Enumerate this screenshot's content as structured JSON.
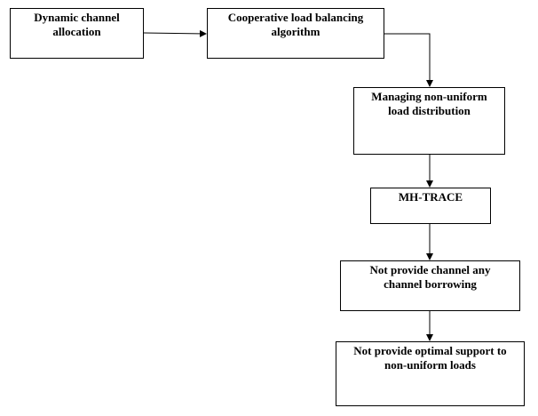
{
  "boxes": [
    {
      "id": "dynamic-channel-allocation",
      "lines": [
        "Dynamic channel",
        "allocation"
      ]
    },
    {
      "id": "cooperative-load-balancing",
      "lines": [
        "Cooperative load balancing",
        "algorithm"
      ]
    },
    {
      "id": "managing-non-uniform-load",
      "lines": [
        "Managing non-uniform",
        "load distribution"
      ]
    },
    {
      "id": "mh-trace",
      "lines": [
        "MH-TRACE"
      ]
    },
    {
      "id": "no-channel-borrowing",
      "lines": [
        "Not provide channel any",
        "channel borrowing"
      ]
    },
    {
      "id": "no-optimal-support",
      "lines": [
        "Not provide optimal support to",
        "non-uniform  loads"
      ]
    }
  ],
  "connections": [
    {
      "from": "dynamic-channel-allocation",
      "to": "cooperative-load-balancing"
    },
    {
      "from": "cooperative-load-balancing",
      "to": "managing-non-uniform-load"
    },
    {
      "from": "managing-non-uniform-load",
      "to": "mh-trace"
    },
    {
      "from": "mh-trace",
      "to": "no-channel-borrowing"
    },
    {
      "from": "no-channel-borrowing",
      "to": "no-optimal-support"
    }
  ]
}
